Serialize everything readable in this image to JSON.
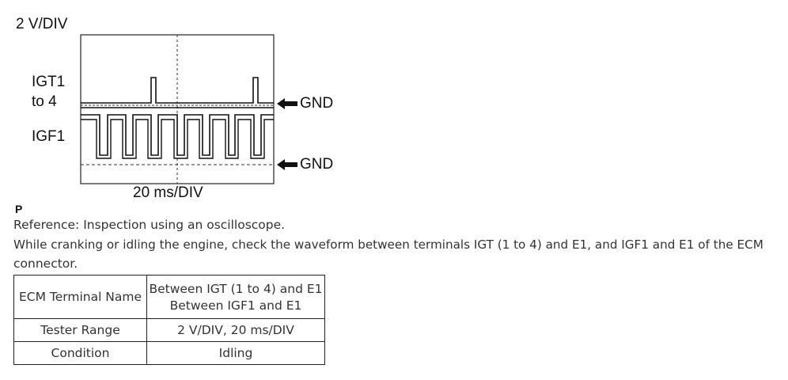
{
  "diagram": {
    "voltage_scale": "2 V/DIV",
    "time_scale": "20 ms/DIV",
    "igt_label_line1": "IGT1",
    "igt_label_line2": "to 4",
    "igf_label": "IGF1",
    "gnd_label_1": "GND",
    "gnd_label_2": "GND",
    "figure_letter": "P"
  },
  "text": {
    "reference": "Reference: Inspection using an oscilloscope.",
    "instruction_line1": "While cranking or idling the engine, check the waveform between terminals IGT (1 to 4) and E1, and IGF1 and E1 of the ECM",
    "instruction_line2": "connector."
  },
  "table": {
    "row1_label": "ECM Terminal Name",
    "row1_value_line1": "Between IGT (1 to 4) and E1",
    "row1_value_line2": "Between IGF1 and E1",
    "row2_label": "Tester Range",
    "row2_value": "2 V/DIV, 20 ms/DIV",
    "row3_label": "Condition",
    "row3_value": "Idling"
  }
}
